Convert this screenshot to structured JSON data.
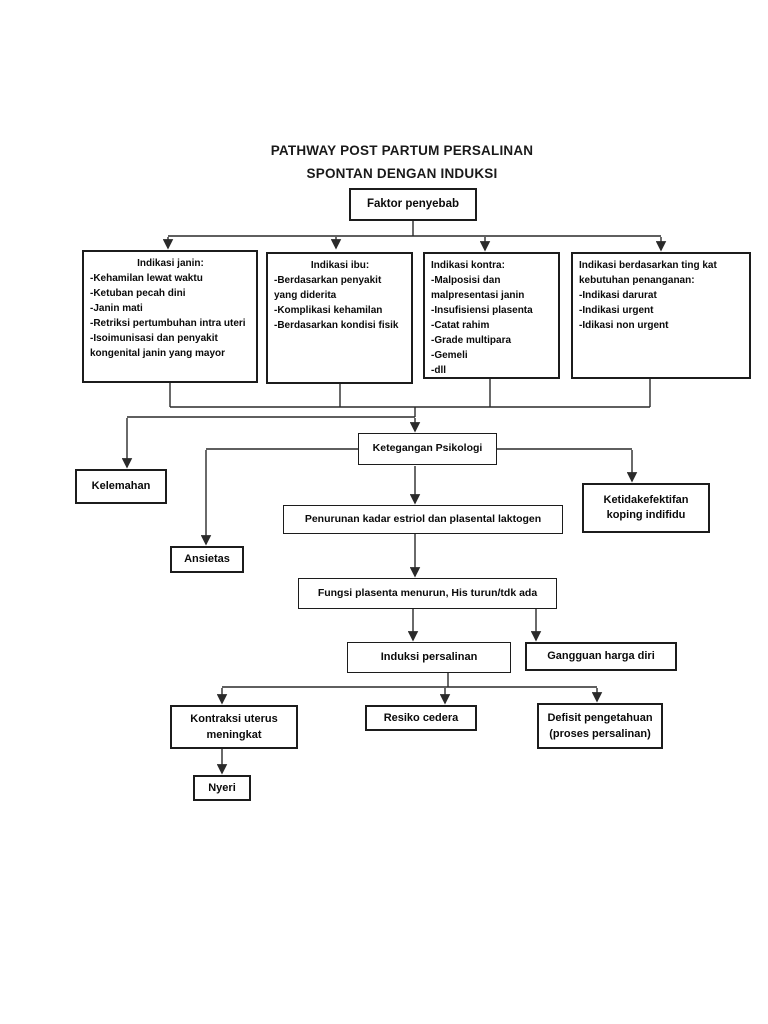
{
  "title": {
    "line1": "PATHWAY POST PARTUM PERSALINAN",
    "line2": "SPONTAN DENGAN INDUKSI"
  },
  "flowchart": {
    "nodes": {
      "faktor_penyebab": "Faktor penyebab",
      "kelemahan": "Kelemahan",
      "ketegangan_psikologi": "Ketegangan Psikologi",
      "ketidakefektifan_koping": "Ketidakefektifan koping indifidu",
      "penurunan_kadar": "Penurunan kadar estriol dan plasental laktogen",
      "ansietas": "Ansietas",
      "fungsi_plasenta": "Fungsi plasenta menurun, His turun/tdk ada",
      "induksi_persalinan": "Induksi persalinan",
      "gangguan_harga_diri": "Gangguan harga diri",
      "kontraksi_uterus": "Kontraksi uterus meningkat",
      "resiko_cedera": "Resiko cedera",
      "defisit_pengetahuan": "Defisit pengetahuan (proses persalinan)",
      "nyeri": "Nyeri"
    },
    "indication_boxes": [
      {
        "header": "Indikasi janin:",
        "items": [
          "-Kehamilan lewat waktu",
          "-Ketuban pecah dini",
          "-Janin mati",
          "-Retriksi pertumbuhan intra uteri",
          "-Isoimunisasi dan penyakit kongenital janin yang mayor"
        ]
      },
      {
        "header": "Indikasi ibu:",
        "items": [
          "-Berdasarkan penyakit yang diderita",
          "-Komplikasi kehamilan",
          "-Berdasarkan kondisi fisik"
        ]
      },
      {
        "header": "Indikasi kontra:",
        "items": [
          "-Malposisi dan malpresentasi janin",
          "-Insufisiensi plasenta",
          "-Catat rahim",
          "-Grade multipara",
          "-Gemeli",
          "-dll"
        ]
      },
      {
        "header": "Indikasi berdasarkan ting kat kebutuhan penanganan:",
        "items": [
          "-Indikasi darurat",
          "-Indikasi urgent",
          "-Idikasi non urgent"
        ]
      }
    ]
  },
  "colors": {
    "background": "#ffffff",
    "box_border": "#1c1c1c",
    "connector_line": "#2a2a2a",
    "text": "#000000"
  }
}
